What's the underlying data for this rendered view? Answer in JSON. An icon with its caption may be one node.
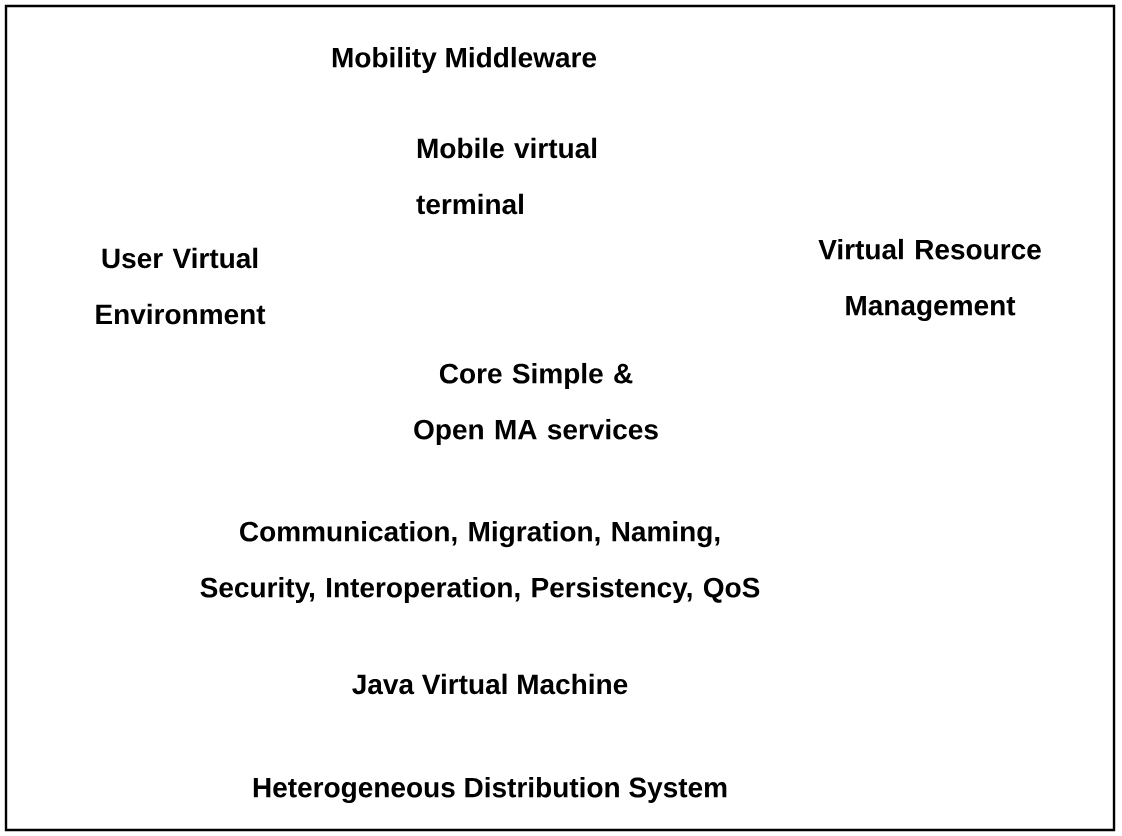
{
  "diagram": {
    "nodes": [
      {
        "text": [
          "Mobility Middleware",
          "Mobile virtual terminal",
          "User Virtual Environment",
          "Virtual Resource Management",
          "Core Simple & Open MA services",
          "Communication, Migration, Naming, Security, Interoperation, Persistency, QoS",
          "Java Virtual Machine",
          "Heterogeneous Distribution System"
        ]
      }
    ]
  }
}
